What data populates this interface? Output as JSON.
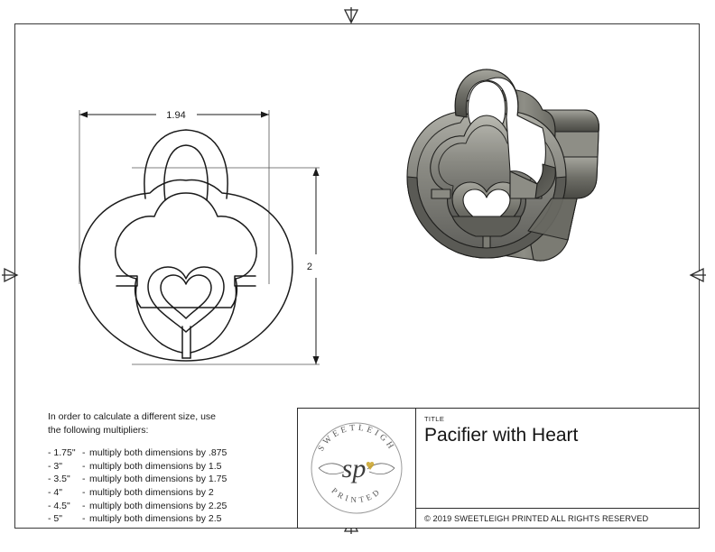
{
  "sheet": {
    "border_marks": {
      "top": "center-mark-down-triangle",
      "bottom": "center-mark-up-triangle",
      "left": "center-mark-right-triangle",
      "right": "center-mark-left-triangle"
    }
  },
  "dimensions": {
    "width_label": "1.94",
    "height_label": "2",
    "units": "inches"
  },
  "notes": {
    "intro_line1": "In order to calculate a different size, use",
    "intro_line2": "the following multipliers:",
    "multipliers": [
      {
        "size": "- 1.75\"",
        "dash": "-",
        "text": "multiply both dimensions by .875"
      },
      {
        "size": "- 3\"",
        "dash": "-",
        "text": "multiply both dimensions by 1.5"
      },
      {
        "size": "- 3.5\"",
        "dash": "-",
        "text": "multiply both dimensions by 1.75"
      },
      {
        "size": "- 4\"",
        "dash": "-",
        "text": "multiply both dimensions by 2"
      },
      {
        "size": "- 4.5\"",
        "dash": "-",
        "text": "multiply both dimensions by 2.25"
      },
      {
        "size": "- 5\"",
        "dash": "-",
        "text": "multiply both dimensions by 2.5"
      }
    ]
  },
  "title_block": {
    "title_label": "TITLE",
    "title_value": "Pacifier with Heart",
    "copyright": "© 2019  SWEETLEIGH PRINTED  ALL RIGHTS RESERVED",
    "logo": {
      "top_arc_text": "SWEETLEIGH",
      "bottom_arc_text": "PRINTED",
      "monogram": "sp",
      "accent_color": "#c9a227"
    }
  },
  "views": {
    "flat": {
      "name": "2d-outline-pacifier-with-heart"
    },
    "iso": {
      "name": "3d-render-cookie-cutter"
    }
  },
  "colors": {
    "line": "#1a1a1a",
    "frame": "#3a3a3a",
    "metal_dark": "#4a4a48",
    "metal_mid": "#76766f",
    "metal_light": "#a7a7a0",
    "metal_hi": "#c7c7bf"
  }
}
